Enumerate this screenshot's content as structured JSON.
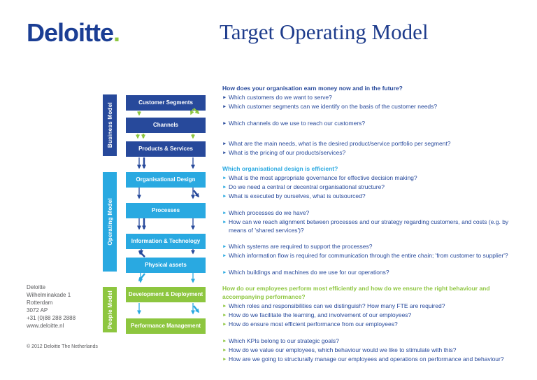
{
  "brand": {
    "logo": "Deloitte",
    "logo_dot": ".",
    "title": "Target Operating Model"
  },
  "colors": {
    "dark_blue": "#27499b",
    "light_blue": "#29a9e1",
    "green": "#8dc63f",
    "logo_blue": "#1b3e94",
    "title_blue": "#1e3c8c",
    "footer_gray": "#58595b"
  },
  "diagram": {
    "bars": [
      {
        "label": "Business Model",
        "color": "dark_blue"
      },
      {
        "label": "Operating Model",
        "color": "light_blue"
      },
      {
        "label": "People Model",
        "color": "green"
      }
    ],
    "boxes": [
      {
        "label": "Customer Segments",
        "group": "Business Model"
      },
      {
        "label": "Channels",
        "group": "Business Model"
      },
      {
        "label": "Products & Services",
        "group": "Business Model"
      },
      {
        "label": "Organisational Design",
        "group": "Operating Model"
      },
      {
        "label": "Processes",
        "group": "Operating Model"
      },
      {
        "label": "Information & Technology",
        "group": "Operating Model"
      },
      {
        "label": "Physical assets",
        "group": "Operating Model"
      },
      {
        "label": "Development & Deployment",
        "group": "People Model"
      },
      {
        "label": "Performance Management",
        "group": "People Model"
      }
    ]
  },
  "questions": {
    "sections": [
      {
        "id": "business",
        "color": "dark",
        "heading": "How does your organisation earn money now and in the future?",
        "items": [
          {
            "text": "Which customers do we want to serve?"
          },
          {
            "text": "Which customer segments can we identify on the basis of the customer needs?"
          },
          {
            "text": "Which channels do we use to reach our customers?",
            "gap": 1
          },
          {
            "text": "What are the main needs, what is the desired product/service portfolio per segment?",
            "gap": 2
          },
          {
            "text": "What is the pricing of our products/services?"
          }
        ]
      },
      {
        "id": "operating",
        "color": "light",
        "heading": "Which organisational design is efficient?",
        "items": [
          {
            "text": "What is the most appropriate governance for effective decision making?"
          },
          {
            "text": "Do we need a central or decentral organisational structure?"
          },
          {
            "text": "What is executed by ourselves, what is outsourced?"
          },
          {
            "text": "Which processes do we have?",
            "gap": 1
          },
          {
            "text": "How can we reach alignment between processes and our strategy regarding customers, and costs (e.g. by means of 'shared services')?"
          },
          {
            "text": "Which systems are required to support the processes?",
            "gap": 1
          },
          {
            "text": "Which information flow is required for communication through the entire chain; 'from customer to supplier'?"
          },
          {
            "text": "Which buildings and machines do we use for our operations?",
            "gap": 1
          }
        ]
      },
      {
        "id": "people",
        "color": "green",
        "heading": "How do our employees perform most efficiently and how do we ensure the right behaviour and accompanying performance?",
        "items": [
          {
            "text": "Which roles and responsibilities can we distinguish? How many FTE are required?"
          },
          {
            "text": "How do we facilitate the learning, and involvement of our employees?"
          },
          {
            "text": "How do ensure most efficient performance from our employees?"
          },
          {
            "text": "Which KPIs belong to our strategic goals?",
            "gap": 1
          },
          {
            "text": "How do we value our employees, which behaviour would we like to stimulate with this?"
          },
          {
            "text": "How are we going to structurally manage our employees and operations on performance and behaviour?"
          }
        ]
      }
    ]
  },
  "footer": {
    "address_lines": [
      "Deloitte",
      "Wilhelminakade 1",
      "Rotterdam",
      "3072 AP",
      "+31 (0)88 288 2888"
    ],
    "website": "www.deloitte.nl",
    "copyright": "© 2012 Deloitte The Netherlands"
  }
}
